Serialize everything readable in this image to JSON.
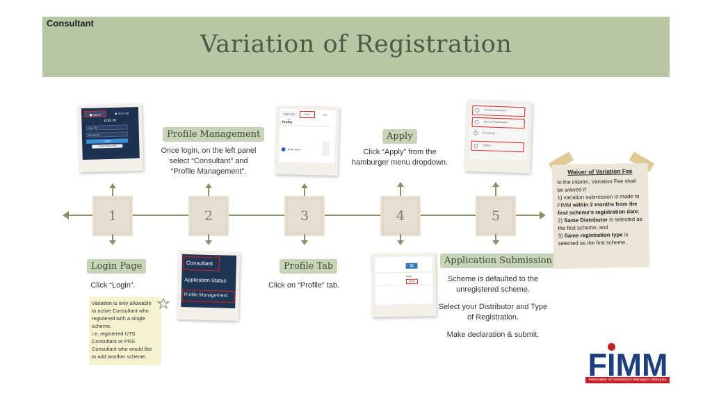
{
  "header": {
    "corner_label": "Consultant",
    "title": "Variation of Registration"
  },
  "steps": [
    {
      "number": "1",
      "title": "Login Page",
      "desc": [
        "Click “Login”."
      ]
    },
    {
      "number": "2",
      "title": "Profile Management",
      "desc": [
        "Once login, on the left panel",
        "select “Consultant” and",
        "“Profile Management”."
      ]
    },
    {
      "number": "3",
      "title": "Profile Tab",
      "desc": [
        "Click on “Profile” tab."
      ]
    },
    {
      "number": "4",
      "title": "Apply",
      "desc": [
        "Click “Apply” from the",
        "hamburger menu dropdown."
      ]
    },
    {
      "number": "5",
      "title": "Application Submission",
      "desc": [
        "Scheme is defaulted to the",
        "unregistered scheme.",
        "",
        "Select your Distributor and Type",
        "of Registration.",
        "",
        "Make declaration & submit."
      ]
    }
  ],
  "screens": {
    "login": {
      "tab1": "■ Log in",
      "tab2": "● Sign Up",
      "heading": "LOG IN",
      "field1": "User ID",
      "field2": "Password",
      "button": "Login",
      "link": "Forgot Password?"
    },
    "menu": {
      "items": [
        "Consultant",
        "Application Status",
        "Profile Management"
      ]
    },
    "profile": {
      "tabs": [
        "Application list",
        "Profile",
        "CDS"
      ],
      "heading": "Profile",
      "item": "Profile Name"
    },
    "apply": {
      "label1": "Apply",
      "label2": "Apply"
    },
    "form": {
      "items": [
        "Scheme Selection",
        "Type of Registration",
        "Screening",
        "Others"
      ]
    }
  },
  "note": {
    "lines": [
      "Variation is only allowable",
      "to active Consultant who",
      "registered with a single",
      "scheme,",
      "i.e. registered UTS",
      "Consultant or PRS",
      "Consultant who would like",
      "to add another scheme."
    ]
  },
  "waiver": {
    "title": "Waiver of Variation Fee",
    "intro": "In the interim, Variation Fee shall be waived if",
    "item1_pre": "1) variation submission is made to FIMM ",
    "item1_bold": "within 2 months from the first scheme's registration date",
    "item1_post": ";",
    "item2_pre": "2) ",
    "item2_bold": "Same Distributor",
    "item2_post": " is selected as the first scheme; and",
    "item3_pre": "3) ",
    "item3_bold": "Same registration type",
    "item3_post": " is selected as the first scheme."
  },
  "logo": {
    "text": "FIMM",
    "tagline": "Federation of Investment Managers Malaysia"
  },
  "colors": {
    "band": "#b7c7a4",
    "title": "#4a5a44",
    "line": "#8a8f6a",
    "pill": "#c8d3b8",
    "node": "#e6dfd0",
    "note": "#f5f3cf",
    "brand_blue": "#1d3f7c",
    "brand_red": "#c52028"
  }
}
